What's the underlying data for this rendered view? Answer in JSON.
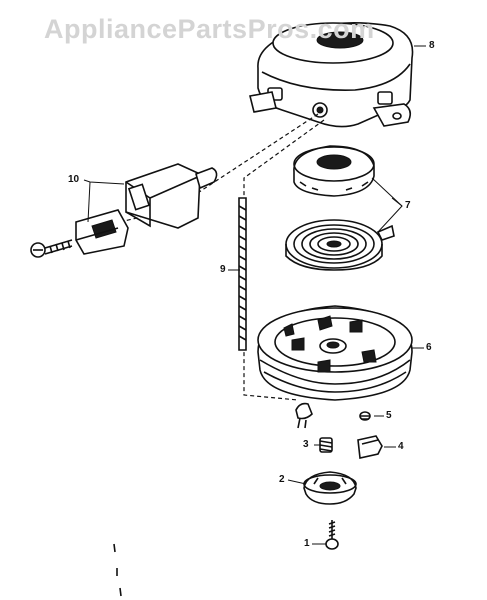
{
  "watermark": "AppliancePartsPros.com",
  "callouts": {
    "p1": "1",
    "p2": "2",
    "p3": "3",
    "p4": "4",
    "p5": "5",
    "p6": "6",
    "p7": "7",
    "p8": "8",
    "p9": "9",
    "p10": "10"
  }
}
